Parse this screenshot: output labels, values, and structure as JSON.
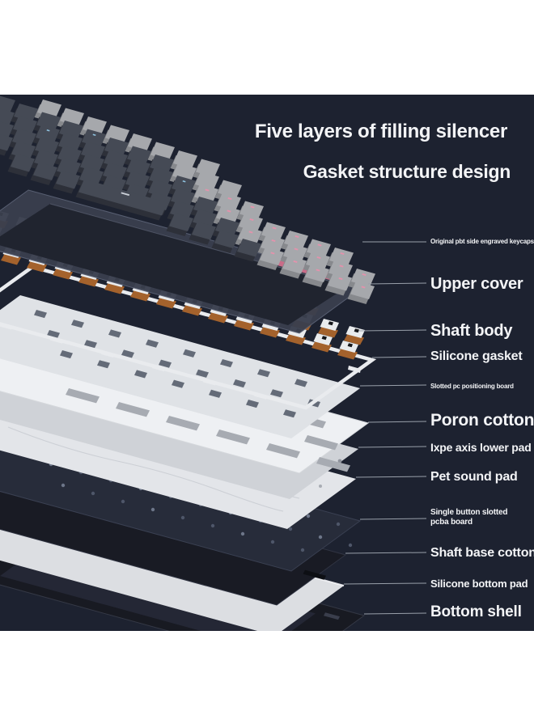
{
  "titles": {
    "line1": "Five layers of filling silencer",
    "line2": "Gasket structure design"
  },
  "labels": [
    {
      "id": "keycaps",
      "text": "Original pbt side engraved keycaps"
    },
    {
      "id": "upper-cover",
      "text": "Upper cover"
    },
    {
      "id": "shaft-body",
      "text": "Shaft body"
    },
    {
      "id": "silicone-gasket",
      "text": "Silicone gasket"
    },
    {
      "id": "positioning-board",
      "text": "Slotted pc positioning board"
    },
    {
      "id": "poron-cotton",
      "text": "Poron cotton"
    },
    {
      "id": "ixpe-lower-pad",
      "text": "Ixpe axis lower pad"
    },
    {
      "id": "pet-sound-pad",
      "text": "Pet sound pad"
    },
    {
      "id": "pcba-board",
      "text": "Single button slotted pcba board"
    },
    {
      "id": "shaft-base-cotton",
      "text": "Shaft base cotton"
    },
    {
      "id": "silicone-bottom-pad",
      "text": "Silicone bottom pad"
    },
    {
      "id": "bottom-shell",
      "text": "Bottom shell"
    }
  ],
  "colors": {
    "panel": "#1d2230",
    "text": "#f3f4f6",
    "leader": "#99a0aa",
    "keyDarkTop": "#454a55",
    "keyDarkSide": "#2d3039",
    "keyLightTop": "#a6a8ac",
    "keyLightSide": "#87898d",
    "legendPink": "#e492ac",
    "legendBlue": "#8fc3e0",
    "spaceDash": "#c9ced6",
    "coverFill": "#3a3f4e",
    "coverHole": "#20242f",
    "coverStroke": "#5a6174",
    "lightStrip": "#d9718f",
    "switchBody": "#e9ebed",
    "switchStem": "#15161a",
    "switchBase": "#a4622c",
    "gasket": "#e9ebee",
    "board": "#dfe2e6",
    "boardHole": "#646b78",
    "poron": "#eef0f3",
    "poronSlot": "#a7abb2",
    "ixpe": "#cfd2d7",
    "ixpeHole": "#8e929b",
    "pet": "#e3e5e9",
    "petLine": "#c6c9cf",
    "petHole": "#a9adb4",
    "pcba": "#272c3a",
    "pcbaStroke": "#3a4052",
    "padDot1": "#4e5669",
    "padDot2": "#6d7689",
    "shaftBase": "#191b24",
    "shaftSlot": "#0d0f14",
    "shell": "#181a22",
    "shellStroke": "#343845",
    "silicone": "#dcdee2",
    "siliconeEdge": "#f4f5f8"
  }
}
